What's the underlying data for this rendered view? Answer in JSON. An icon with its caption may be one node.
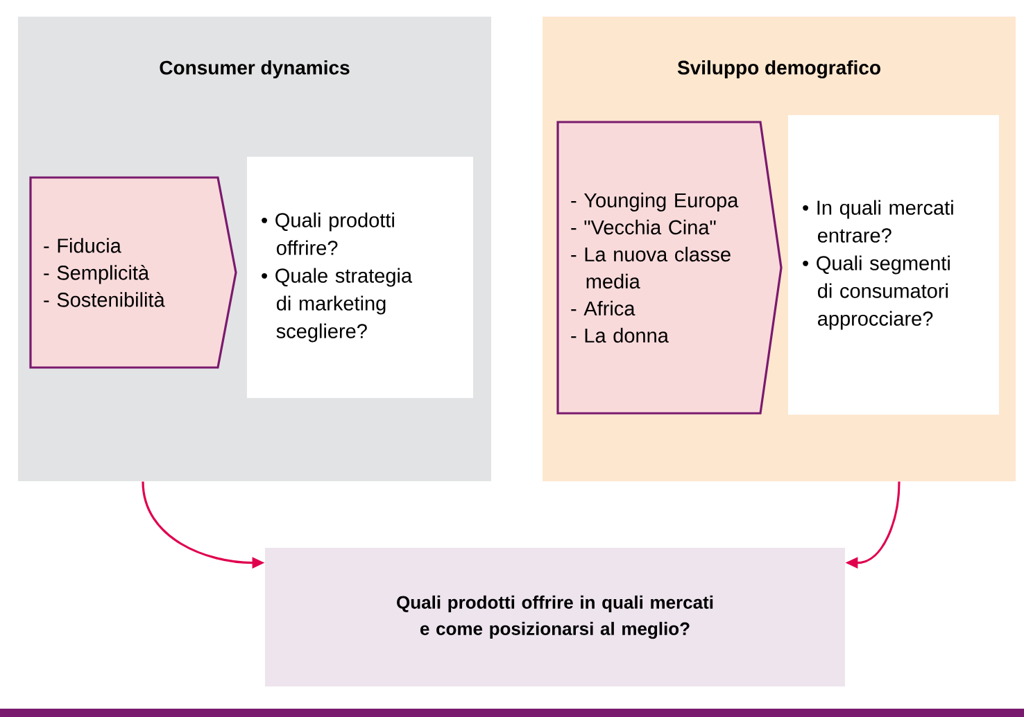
{
  "diagram": {
    "nodes": [
      {
        "text": [
          "Consumer dynamics"
        ]
      },
      {
        "text": [
          "- Fiducia",
          "- Semplicità",
          "- Sostenibilità"
        ],
        "in": 0
      },
      {
        "text": [
          "• Quali prodotti offrire?",
          "• Quale strategia di marketing scegliere?"
        ],
        "in": 0
      },
      {
        "text": [
          "Sviluppo demografico"
        ]
      },
      {
        "text": [
          "- Younging Europa",
          "- \"Vecchia Cina\"",
          "- La nuova classe media",
          "- Africa",
          "- La donna"
        ],
        "in": 3
      },
      {
        "text": [
          "• In quali mercati entrare?",
          "• Quali segmenti di consumatori approcciare?"
        ],
        "in": 3
      },
      {
        "text": [
          "Quali prodotti offrire in quali mercati e come posizionarsi al meglio?"
        ]
      }
    ],
    "edges": [
      {
        "from": 0,
        "to": 6,
        "arrow": "to"
      },
      {
        "from": 3,
        "to": 6,
        "arrow": "to"
      }
    ]
  }
}
